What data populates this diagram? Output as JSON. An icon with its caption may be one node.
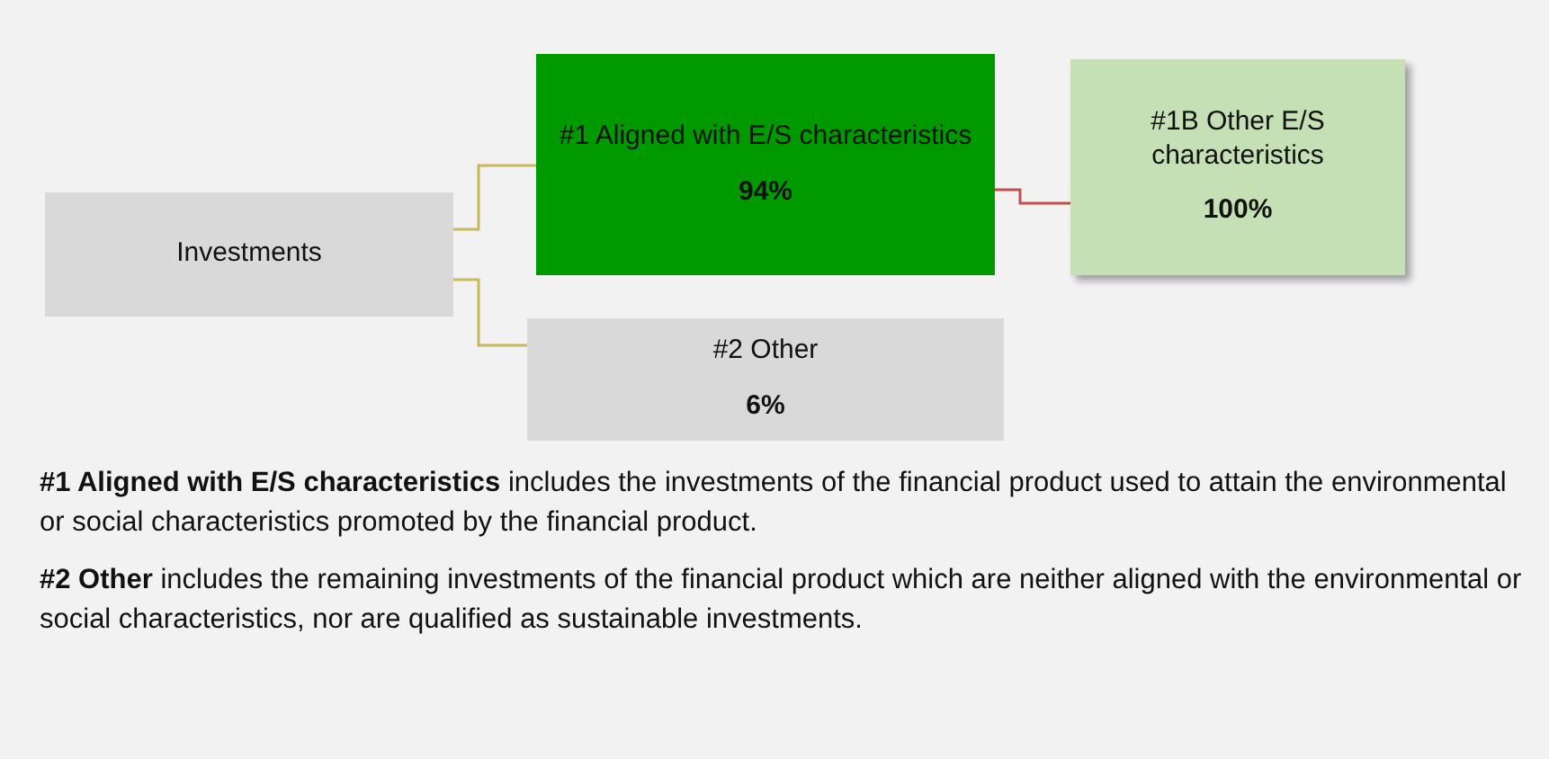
{
  "diagram": {
    "nodes": [
      {
        "text": [
          "Investments"
        ]
      },
      {
        "text": [
          "#1 Aligned with E/S characteristics",
          "94%"
        ]
      },
      {
        "text": [
          "#1B Other E/S characteristics",
          "100%"
        ]
      },
      {
        "text": [
          "#2 Other",
          "6%"
        ]
      }
    ],
    "edges": [
      {
        "from": 0,
        "to": 1,
        "arrow": "none"
      },
      {
        "from": 0,
        "to": 3,
        "arrow": "none"
      },
      {
        "from": 1,
        "to": 2,
        "arrow": "none",
        "color": "#c0504d"
      }
    ],
    "labels": [
      "**#1 Aligned with E/S characteristics** includes the investments of the financial product used to attain the environmental or social characteristics promoted by the financial product.",
      "**#2 Other** includes the remaining investments of the financial product which are neither aligned with the environmental or social characteristics, nor are qualified as sustainable investments."
    ]
  }
}
